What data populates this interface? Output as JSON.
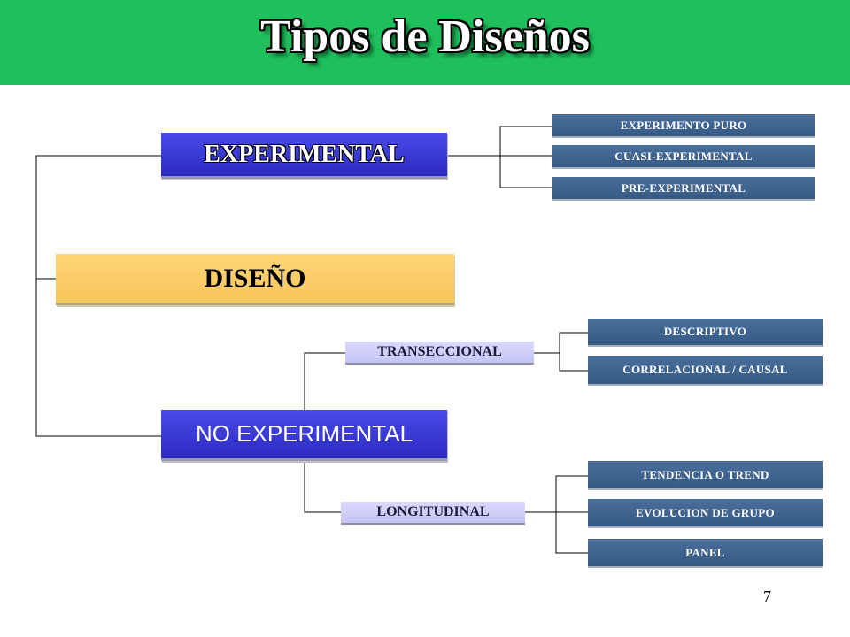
{
  "title": "Tipos de Diseños",
  "root": {
    "label": "DISEÑO"
  },
  "experimental": {
    "label": "EXPERIMENTAL",
    "children": [
      "EXPERIMENTO  PURO",
      "CUASI-EXPERIMENTAL",
      "PRE-EXPERIMENTAL"
    ]
  },
  "no_experimental": {
    "label": "NO EXPERIMENTAL",
    "transeccional": {
      "label": "TRANSECCIONAL",
      "children": [
        "DESCRIPTIVO",
        "CORRELACIONAL  / CAUSAL"
      ]
    },
    "longitudinal": {
      "label": "LONGITUDINAL",
      "children": [
        "TENDENCIA  O  TREND",
        "EVOLUCION  DE  GRUPO",
        "PANEL"
      ]
    }
  },
  "page_number": "7",
  "colors": {
    "banner": "#1fbf5c",
    "main_blue": "#2b2bc2",
    "root_yellow": "#f8c45c",
    "sub_lavender": "#c4c4f4",
    "leaf_steel": "#355a86"
  }
}
